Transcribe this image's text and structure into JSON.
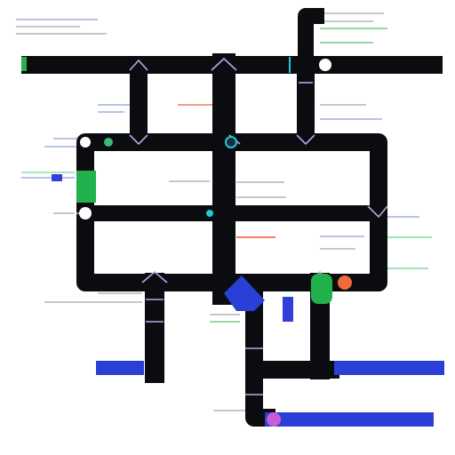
{
  "header": {
    "top_note": "",
    "corner_note": ""
  },
  "colors": {
    "track": "#0b0c10",
    "road_blue": "#2a3fd6",
    "green": "#22b14c",
    "cyan": "#20c8d8",
    "orange": "#f06a3a",
    "magenta": "#c85bd6",
    "lavender": "#b9a6e6",
    "white": "#ffffff"
  },
  "stations": [
    {
      "id": "s1",
      "label": ""
    },
    {
      "id": "s2",
      "label": ""
    },
    {
      "id": "s3",
      "label": ""
    },
    {
      "id": "s4",
      "label": ""
    },
    {
      "id": "s5",
      "label": ""
    },
    {
      "id": "s6",
      "label": ""
    }
  ]
}
